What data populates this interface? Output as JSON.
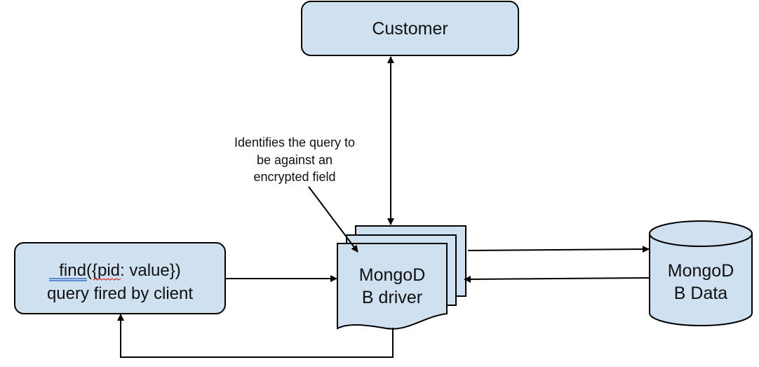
{
  "diagram": {
    "nodes": {
      "customer": {
        "label": "Customer"
      },
      "query": {
        "line1_func": "find",
        "line1_rest_a": "({",
        "line1_pid": "pid",
        "line1_rest_b": ": value})",
        "line2": "query fired by client"
      },
      "driver": {
        "line1": "MongoD",
        "line2": "B driver"
      },
      "data": {
        "line1": "MongoD",
        "line2": "B Data"
      }
    },
    "annotation": {
      "lines": [
        "Identifies the query to",
        "be against an",
        "encrypted field"
      ]
    },
    "colors": {
      "fill": "#cfe0f1",
      "stroke": "#000000",
      "spell_underline_red": "#d9302c",
      "grammar_underline_blue": "#3c6fc4"
    },
    "edges": [
      {
        "from": "customer",
        "to": "driver",
        "type": "bidirectional"
      },
      {
        "from": "query",
        "to": "driver",
        "type": "directed"
      },
      {
        "from": "driver",
        "to": "data",
        "type": "directed"
      },
      {
        "from": "data",
        "to": "driver",
        "type": "directed"
      },
      {
        "from": "driver",
        "to": "query",
        "type": "directed-elbow"
      },
      {
        "from": "annotation",
        "to": "driver",
        "type": "pointer"
      }
    ]
  }
}
